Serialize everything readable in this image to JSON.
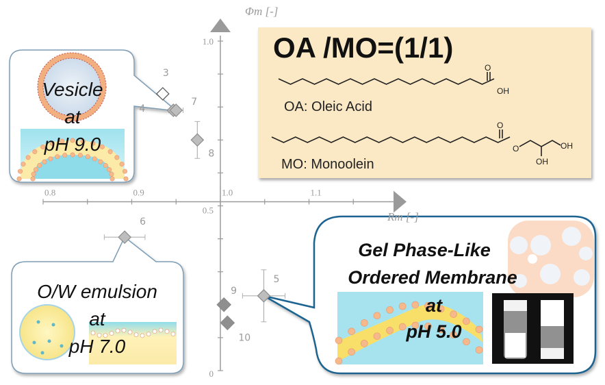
{
  "chart_data": {
    "type": "scatter",
    "title": "OA /MO=(1/1)",
    "xlabel": "Rm [-]",
    "ylabel": "Φm [-]",
    "xlim": [
      0.8,
      1.2
    ],
    "ylim": [
      0,
      1.0
    ],
    "axis_cross": {
      "x": 1.0,
      "y": 0.5
    },
    "x_ticks": [
      {
        "value": 0.8,
        "label": "0.8"
      },
      {
        "value": 0.9,
        "label": "0.9"
      },
      {
        "value": 1.0,
        "label": "1.0"
      },
      {
        "value": 1.1,
        "label": "1.1"
      }
    ],
    "x_minor_ticks": [
      0.85,
      0.95,
      1.05,
      1.15
    ],
    "y_ticks": [
      {
        "value": 1.0,
        "label": "1.0"
      },
      {
        "value": 0.5,
        "label": "0.5"
      },
      {
        "value": 0,
        "label": "0"
      }
    ],
    "y_minor_ticks": [
      0.9,
      0.8,
      0.7,
      0.6,
      0.4,
      0.3,
      0.2,
      0.1
    ],
    "grid": false,
    "points": [
      {
        "id": "3",
        "x": 0.935,
        "y": 0.84,
        "filled": false
      },
      {
        "id": "4",
        "x": 0.947,
        "y": 0.79,
        "filled": true
      },
      {
        "id": "7",
        "x": 0.95,
        "y": 0.79,
        "filled": true,
        "xerr": 0.008
      },
      {
        "id": "8",
        "x": 0.974,
        "y": 0.7,
        "filled": true,
        "yerr": 0.056
      },
      {
        "id": "6",
        "x": 0.892,
        "y": 0.405,
        "filled": true,
        "xerr": 0.023
      },
      {
        "id": "5",
        "x": 1.049,
        "y": 0.227,
        "filled": true,
        "xerr": 0.024,
        "yerr": 0.079
      },
      {
        "id": "9",
        "x": 1.004,
        "y": 0.2,
        "filled": true
      },
      {
        "id": "10",
        "x": 1.008,
        "y": 0.145,
        "filled": true
      }
    ],
    "annotations": [
      {
        "id": "vesicle",
        "lines": [
          "Vesicle",
          "at",
          "pH 9.0"
        ],
        "points_to": "4"
      },
      {
        "id": "emulsion",
        "lines": [
          "O/W emulsion",
          "at",
          "pH 7.0"
        ],
        "points_to": "6"
      },
      {
        "id": "gel",
        "lines": [
          "Gel Phase-Like",
          "Ordered Membrane",
          "at",
          "pH 5.0"
        ],
        "points_to": "5"
      }
    ]
  },
  "info_box": {
    "title": "OA /MO=(1/1)",
    "oa_label": "OA: Oleic Acid",
    "mo_label": "MO: Monoolein",
    "oa_end_group": "OH",
    "oa_carbonyl": "O",
    "mo_carbonyl": "O",
    "mo_ester_o": "O",
    "mo_oh1": "OH",
    "mo_oh2": "OH"
  },
  "colors": {
    "axis": "#9a9a9a",
    "marker_fill": "#bdbdbd",
    "marker_stroke": "#8c8c8c",
    "info_bg": "#fbe8c4",
    "callout_border_light": "#7d9db5",
    "callout_border_dark": "#1f6391",
    "water": "#a6e3ef",
    "lipid_head": "#f6b98c",
    "lipid_tail": "#f7df6a"
  }
}
